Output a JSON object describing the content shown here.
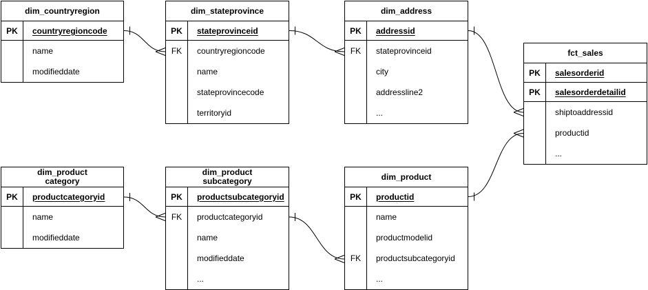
{
  "diagram": {
    "kind": "entity-relationship",
    "background_color": "#ffffff",
    "line_color": "#000000",
    "text_color": "#000000"
  },
  "tables": [
    {
      "title": "dim_countryregion",
      "rows": [
        {
          "key": "PK",
          "field": "countryregioncode"
        },
        {
          "key": "",
          "field": "name"
        },
        {
          "key": "",
          "field": "modifieddate"
        }
      ]
    },
    {
      "title": "dim_stateprovince",
      "rows": [
        {
          "key": "PK",
          "field": "stateprovinceid"
        },
        {
          "key": "FK",
          "field": "countryregioncode"
        },
        {
          "key": "",
          "field": "name"
        },
        {
          "key": "",
          "field": "stateprovincecode"
        },
        {
          "key": "",
          "field": "territoryid"
        }
      ]
    },
    {
      "title": "dim_address",
      "rows": [
        {
          "key": "PK",
          "field": "addressid"
        },
        {
          "key": "FK",
          "field": "stateprovinceid"
        },
        {
          "key": "",
          "field": "city"
        },
        {
          "key": "",
          "field": "addressline2"
        },
        {
          "key": "",
          "field": "..."
        }
      ]
    },
    {
      "title": "fct_sales",
      "rows": [
        {
          "key": "PK",
          "field": "salesorderid"
        },
        {
          "key": "PK",
          "field": "salesorderdetailid"
        },
        {
          "key": "",
          "field": "shiptoaddressid"
        },
        {
          "key": "",
          "field": "productid"
        },
        {
          "key": "",
          "field": "..."
        }
      ]
    },
    {
      "title": "dim_product\ncategory",
      "rows": [
        {
          "key": "PK",
          "field": "productcategoryid"
        },
        {
          "key": "",
          "field": "name"
        },
        {
          "key": "",
          "field": "modifieddate"
        }
      ]
    },
    {
      "title": "dim_product\nsubcategory",
      "rows": [
        {
          "key": "PK",
          "field": "productsubcategoryid"
        },
        {
          "key": "FK",
          "field": "productcategoryid"
        },
        {
          "key": "",
          "field": "name"
        },
        {
          "key": "",
          "field": "modifieddate"
        },
        {
          "key": "",
          "field": "..."
        }
      ]
    },
    {
      "title": "dim_product",
      "rows": [
        {
          "key": "PK",
          "field": "productid"
        },
        {
          "key": "",
          "field": "name"
        },
        {
          "key": "",
          "field": "productmodelid"
        },
        {
          "key": "FK",
          "field": "productsubcategoryid"
        },
        {
          "key": "",
          "field": "..."
        }
      ]
    }
  ],
  "relations": [
    {
      "from": "dim_countryregion",
      "to": "dim_stateprovince",
      "from_marker": "one",
      "to_marker": "many"
    },
    {
      "from": "dim_stateprovince",
      "to": "dim_address",
      "from_marker": "one",
      "to_marker": "many"
    },
    {
      "from": "dim_address",
      "to": "fct_sales",
      "from_marker": "one",
      "to_marker": "many"
    },
    {
      "from": "dim_product",
      "to": "fct_sales",
      "from_marker": "one",
      "to_marker": "many"
    },
    {
      "from": "dim_product category",
      "to": "dim_product subcategory",
      "from_marker": "one",
      "to_marker": "many"
    },
    {
      "from": "dim_product subcategory",
      "to": "dim_product",
      "from_marker": "one",
      "to_marker": "many"
    }
  ]
}
